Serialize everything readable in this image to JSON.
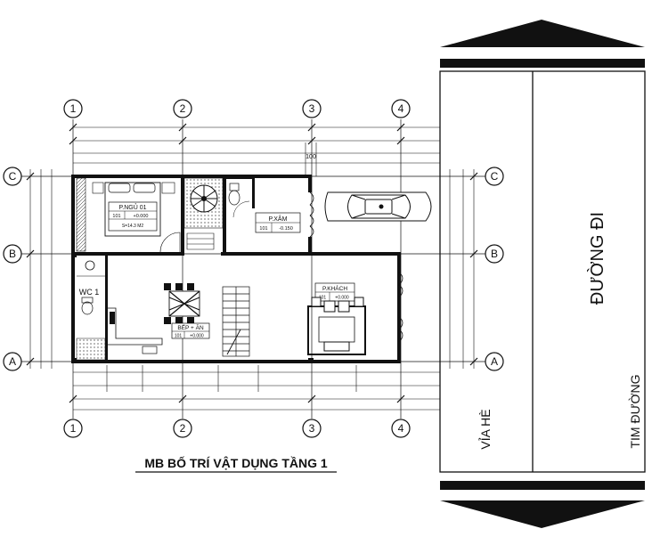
{
  "drawing": {
    "title": "MB BỐ TRÍ VẬT DỤNG TẦNG 1",
    "grid_columns": [
      "1",
      "2",
      "3",
      "4"
    ],
    "grid_rows": [
      "C",
      "B",
      "A"
    ],
    "dim_label_top": "100"
  },
  "rooms": {
    "bedroom": {
      "name": "P.NGỦ 01",
      "code": "101",
      "level": "+0.000",
      "area": "S=14.3 M2"
    },
    "garage": {
      "name": "P.XÂM",
      "code": "101",
      "level": "-0.150"
    },
    "wc": {
      "name": "WC 1"
    },
    "kitchen": {
      "name": "BẾP + ĂN",
      "code": "101",
      "level": "+0.000"
    },
    "living": {
      "name": "P.KHÁCH",
      "code": "101",
      "level": "+0.000"
    }
  },
  "street": {
    "road": "ĐƯỜNG ĐI",
    "sidewalk": "VỈA HÈ",
    "centerline": "TIM ĐƯỜNG"
  }
}
